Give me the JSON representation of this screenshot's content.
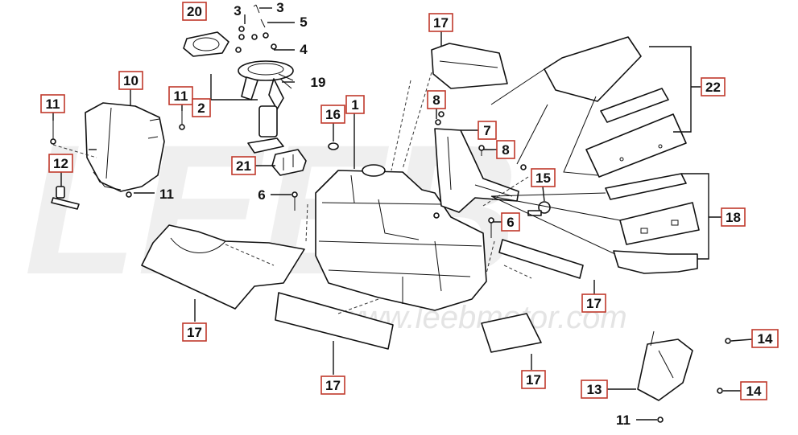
{
  "watermark": {
    "logo": "LEEB",
    "url": "www.leebmotor.com"
  },
  "colors": {
    "callout_box": "#c0392b",
    "lines": "#111111",
    "watermark": "#efefef"
  },
  "callouts": [
    {
      "id": "c20",
      "label": "20",
      "boxed": true
    },
    {
      "id": "c3a",
      "label": "3",
      "boxed": false
    },
    {
      "id": "c3b",
      "label": "3",
      "boxed": false
    },
    {
      "id": "c5",
      "label": "5",
      "boxed": false
    },
    {
      "id": "c4",
      "label": "4",
      "boxed": false
    },
    {
      "id": "c10",
      "label": "10",
      "boxed": true
    },
    {
      "id": "c11a",
      "label": "11",
      "boxed": true
    },
    {
      "id": "c11b",
      "label": "11",
      "boxed": true
    },
    {
      "id": "c2",
      "label": "2",
      "boxed": true
    },
    {
      "id": "c19",
      "label": "19",
      "boxed": false
    },
    {
      "id": "c16",
      "label": "16",
      "boxed": true
    },
    {
      "id": "c1",
      "label": "1",
      "boxed": true
    },
    {
      "id": "c17a",
      "label": "17",
      "boxed": true
    },
    {
      "id": "c8a",
      "label": "8",
      "boxed": true
    },
    {
      "id": "c7",
      "label": "7",
      "boxed": true
    },
    {
      "id": "c8b",
      "label": "8",
      "boxed": true
    },
    {
      "id": "c22",
      "label": "22",
      "boxed": true
    },
    {
      "id": "c12",
      "label": "12",
      "boxed": true
    },
    {
      "id": "c21",
      "label": "21",
      "boxed": true
    },
    {
      "id": "c11c",
      "label": "11",
      "boxed": false
    },
    {
      "id": "c6a",
      "label": "6",
      "boxed": false
    },
    {
      "id": "c15",
      "label": "15",
      "boxed": true
    },
    {
      "id": "c6b",
      "label": "6",
      "boxed": true
    },
    {
      "id": "c18",
      "label": "18",
      "boxed": true
    },
    {
      "id": "c17b",
      "label": "17",
      "boxed": true
    },
    {
      "id": "c17c",
      "label": "17",
      "boxed": true
    },
    {
      "id": "c17d",
      "label": "17",
      "boxed": true
    },
    {
      "id": "c17e",
      "label": "17",
      "boxed": true
    },
    {
      "id": "c14a",
      "label": "14",
      "boxed": true
    },
    {
      "id": "c13",
      "label": "13",
      "boxed": true
    },
    {
      "id": "c14b",
      "label": "14",
      "boxed": true
    },
    {
      "id": "c11d",
      "label": "11",
      "boxed": false
    }
  ]
}
